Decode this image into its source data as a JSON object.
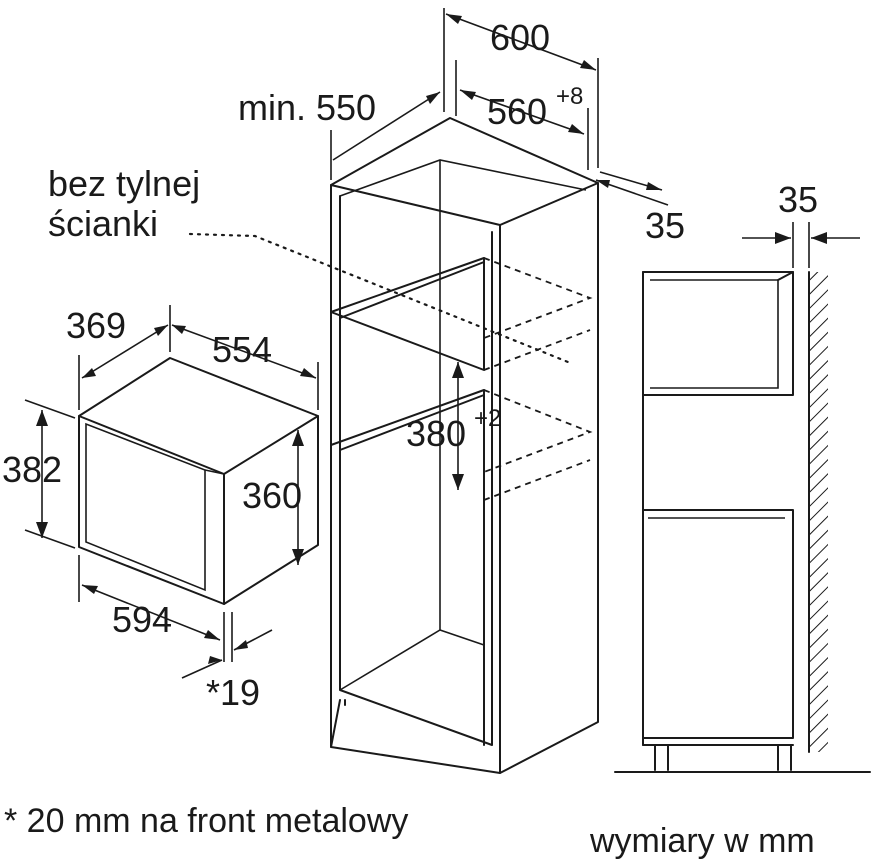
{
  "labels": {
    "no_back_panel_line1": "bez tylnej",
    "no_back_panel_line2": "ścianki",
    "cabinet_depth_min": "min. 550",
    "cabinet_width": "600",
    "niche_width": "560",
    "niche_width_tol": "+8",
    "side_offset": "35",
    "wall_gap": "35",
    "niche_height": "380",
    "niche_height_tol": "+2",
    "device_depth": "369",
    "device_width_top": "554",
    "device_height": "382",
    "device_height_inner": "360",
    "device_width_front": "594",
    "front_thickness": "*19"
  },
  "footnote": "* 20 mm na front metalowy",
  "units_note": "wymiary w mm",
  "colors": {
    "line": "#1a1a1a",
    "background": "#ffffff",
    "wall_hatch": "#1a1a1a"
  }
}
